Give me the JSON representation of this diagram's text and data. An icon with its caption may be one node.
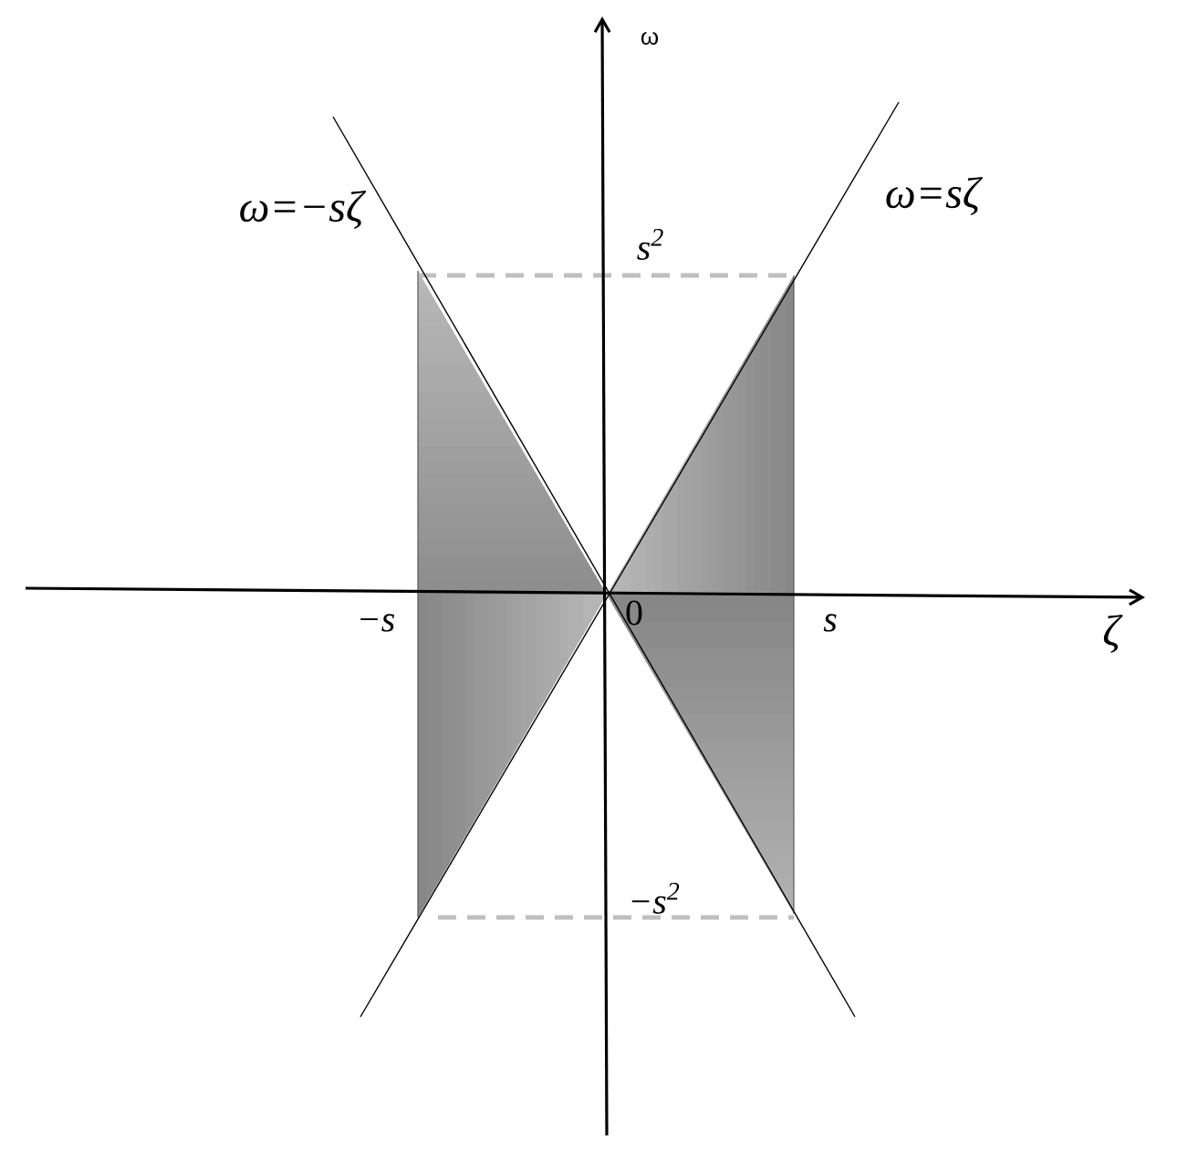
{
  "diagram": {
    "labels": [
      "ω",
      "ω=−sζ",
      "ω=sζ",
      "s$^{2}$",
      "−s",
      "0",
      "s",
      "ζ",
      "−s$^{2}$"
    ]
  }
}
